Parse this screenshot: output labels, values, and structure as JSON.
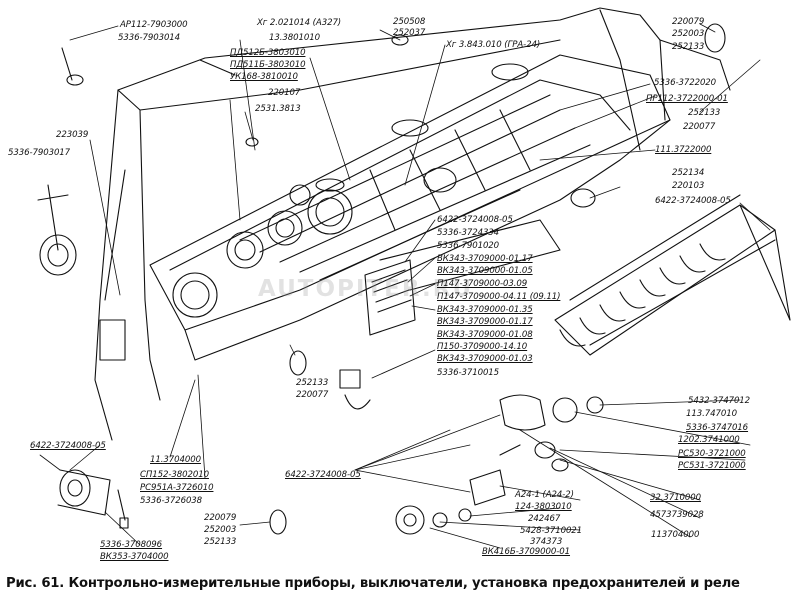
{
  "figure": {
    "caption": "Рис. 61. Контрольно-измерительные приборы, выключатели, установка предохранителей и реле",
    "watermark": "AUTOPITER.RU"
  },
  "labels": [
    {
      "id": "l01",
      "text": "АР112-7903000"
    },
    {
      "id": "l02",
      "text": "5336-7903014"
    },
    {
      "id": "l03",
      "text": "Хг 2.021014 (А327)"
    },
    {
      "id": "l04",
      "text": "13.3801010"
    },
    {
      "id": "l05",
      "text": "250508"
    },
    {
      "id": "l06",
      "text": "252037"
    },
    {
      "id": "l07",
      "text": "Хг 3.843.010 (ГРА-24)"
    },
    {
      "id": "l08",
      "text": "220079"
    },
    {
      "id": "l09",
      "text": "252003"
    },
    {
      "id": "l10",
      "text": "252133"
    },
    {
      "id": "l11",
      "text": "ПД512Б-3803010"
    },
    {
      "id": "l12",
      "text": "ПД511Б-3803010"
    },
    {
      "id": "l13",
      "text": "УК168-3810010"
    },
    {
      "id": "l14",
      "text": "220107"
    },
    {
      "id": "l15",
      "text": "2531.3813"
    },
    {
      "id": "l16",
      "text": "5336-3722020"
    },
    {
      "id": "l17",
      "text": "ПР112-3722000-01"
    },
    {
      "id": "l18",
      "text": "252133"
    },
    {
      "id": "l19",
      "text": "220077"
    },
    {
      "id": "l20",
      "text": "223039"
    },
    {
      "id": "l21",
      "text": "5336-7903017"
    },
    {
      "id": "l22",
      "text": "111.3722000"
    },
    {
      "id": "l23",
      "text": "252134"
    },
    {
      "id": "l24",
      "text": "220103"
    },
    {
      "id": "l25",
      "text": "6422-3724008-05"
    },
    {
      "id": "l26",
      "text": "6422-3724008-05"
    },
    {
      "id": "l27",
      "text": "5336-3724334"
    },
    {
      "id": "l28",
      "text": "5336-7901020"
    },
    {
      "id": "l29",
      "text": "ВК343-3709000-01.17"
    },
    {
      "id": "l30",
      "text": "ВК343-3709000-01.05"
    },
    {
      "id": "l31",
      "text": "П147-3709000-03.09"
    },
    {
      "id": "l32",
      "text": "П147-3709000-04.11 (09.11)"
    },
    {
      "id": "l33",
      "text": "ВК343-3709000-01.35"
    },
    {
      "id": "l34",
      "text": "ВК343-3709000-01.17"
    },
    {
      "id": "l35",
      "text": "ВК343-3709000-01.08"
    },
    {
      "id": "l36",
      "text": "П150-3709000-14.10"
    },
    {
      "id": "l37",
      "text": "ВК343-3709000-01.03"
    },
    {
      "id": "l38",
      "text": "5336-3710015"
    },
    {
      "id": "l39",
      "text": "252133"
    },
    {
      "id": "l40",
      "text": "220077"
    },
    {
      "id": "l41",
      "text": "5432-3747012"
    },
    {
      "id": "l42",
      "text": "113.747010"
    },
    {
      "id": "l43",
      "text": "5336-3747016"
    },
    {
      "id": "l44",
      "text": "1202.3741000"
    },
    {
      "id": "l45",
      "text": "РС530-3721000"
    },
    {
      "id": "l46",
      "text": "РС531-3721000"
    },
    {
      "id": "l47",
      "text": "6422-3724008-05"
    },
    {
      "id": "l48",
      "text": "11.3704000"
    },
    {
      "id": "l49",
      "text": "СП152-3802010"
    },
    {
      "id": "l50",
      "text": "РС951А-3726010"
    },
    {
      "id": "l51",
      "text": "5336-3726038"
    },
    {
      "id": "l52",
      "text": "6422-3724008-05"
    },
    {
      "id": "l53",
      "text": "32.3710000"
    },
    {
      "id": "l54",
      "text": "А24-1 (А24-2)"
    },
    {
      "id": "l55",
      "text": "124-3803010"
    },
    {
      "id": "l56",
      "text": "242467"
    },
    {
      "id": "l57",
      "text": "4573739028"
    },
    {
      "id": "l58",
      "text": "5428-3710021"
    },
    {
      "id": "l59",
      "text": "374373"
    },
    {
      "id": "l60",
      "text": "113704000"
    },
    {
      "id": "l61",
      "text": "220079"
    },
    {
      "id": "l62",
      "text": "252003"
    },
    {
      "id": "l63",
      "text": "252133"
    },
    {
      "id": "l64",
      "text": "5336-3708096"
    },
    {
      "id": "l65",
      "text": "ВК353-3704000"
    },
    {
      "id": "l66",
      "text": "ВК416Б-3709000-01"
    }
  ]
}
